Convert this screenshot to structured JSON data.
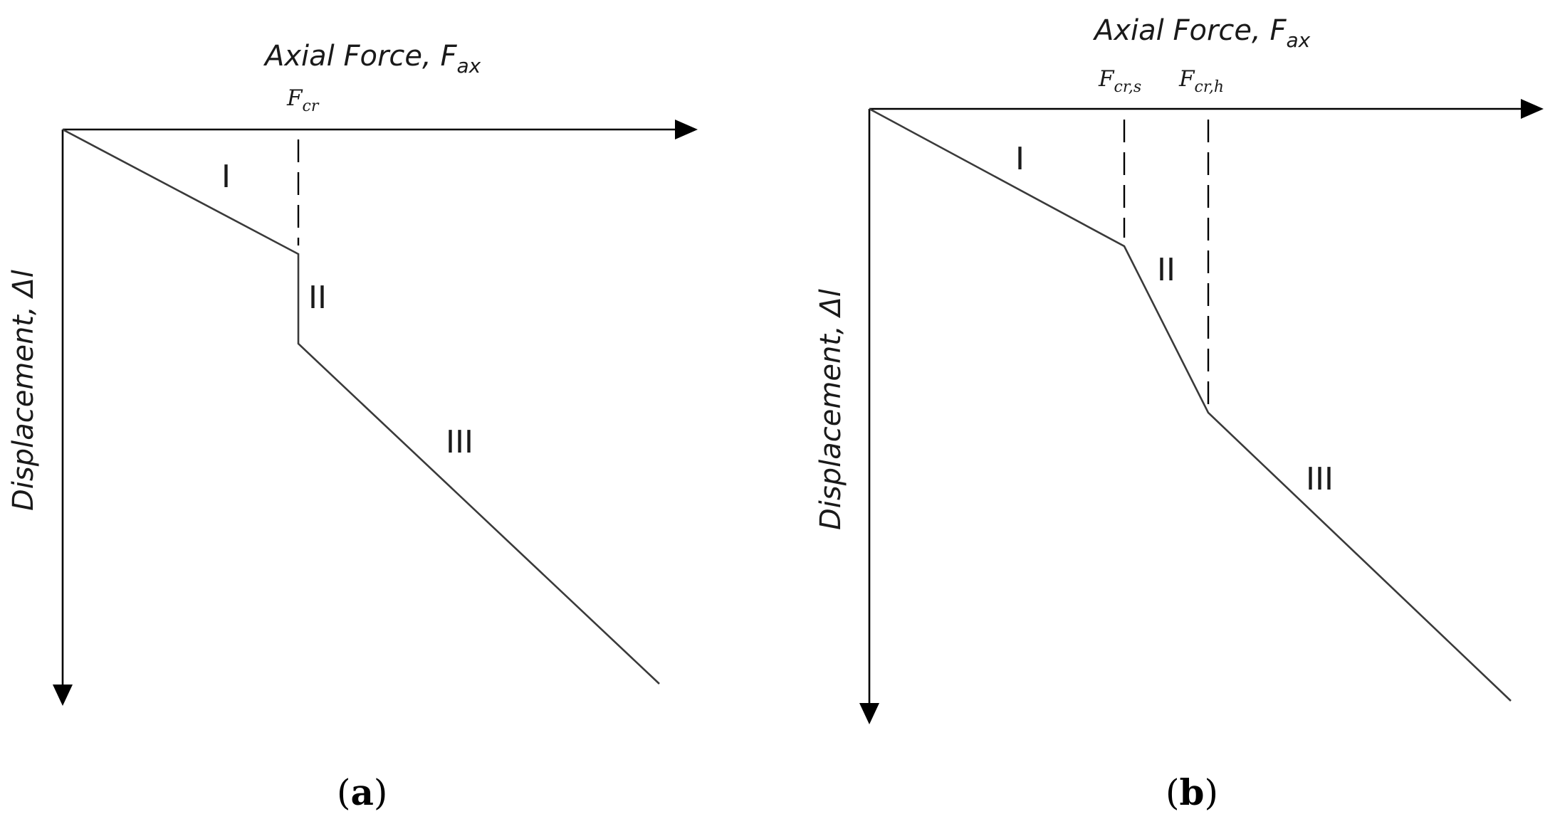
{
  "panels": [
    {
      "label_open": "(",
      "label_letter": "a",
      "label_close": ")",
      "x_axis_title": "Axial Force, ",
      "x_axis_symbol": "F",
      "x_axis_subscript": "ax",
      "y_axis_title": "Displacement, Δl",
      "thresholds": [
        {
          "symbol": "F",
          "subscript": "cr"
        }
      ],
      "regions": [
        "I",
        "II",
        "III"
      ]
    },
    {
      "label_open": "(",
      "label_letter": "b",
      "label_close": ")",
      "x_axis_title": "Axial Force, ",
      "x_axis_symbol": "F",
      "x_axis_subscript": "ax",
      "y_axis_title": "Displacement, Δl",
      "thresholds": [
        {
          "symbol": "F",
          "subscript": "cr,s"
        },
        {
          "symbol": "F",
          "subscript": "cr,h"
        }
      ],
      "regions": [
        "I",
        "II",
        "III"
      ]
    }
  ]
}
